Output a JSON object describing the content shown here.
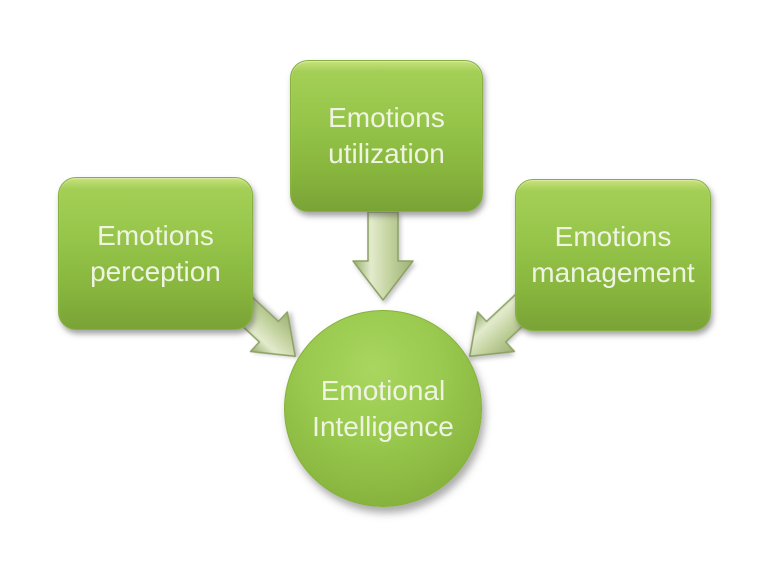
{
  "diagram": {
    "background": "#ffffff",
    "colors": {
      "node_fill_top": "#c8e17c",
      "node_fill_main": "#96c54a",
      "node_fill_bottom": "#7aa336",
      "node_border": "#86b03f",
      "arrow_fill_light": "#e2ebcd",
      "arrow_fill_dark": "#97ac6d",
      "arrow_edge": "#8da265",
      "text": "#eef4e1"
    },
    "nodes": {
      "perception": {
        "line1": "Emotions",
        "line2": "perception"
      },
      "utilization": {
        "line1": "Emotions",
        "line2": "utilization"
      },
      "management": {
        "line1": "Emotions",
        "line2": "management"
      },
      "center": {
        "line1": "Emotional",
        "line2": "Intelligence"
      }
    },
    "arrows": [
      {
        "name": "utilization-to-center",
        "direction": "down"
      },
      {
        "name": "perception-to-center",
        "direction": "down-right"
      },
      {
        "name": "management-to-center",
        "direction": "down-left"
      }
    ]
  }
}
